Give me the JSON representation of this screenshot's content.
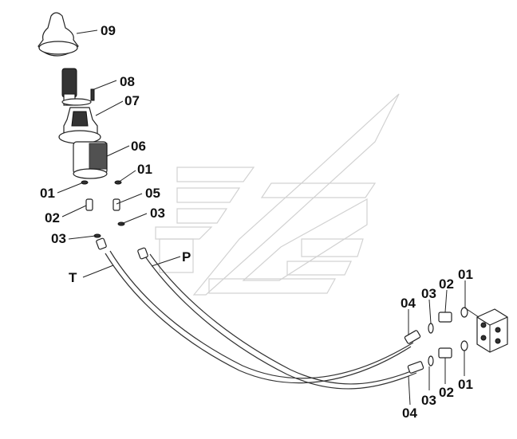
{
  "callouts": {
    "p09": "09",
    "p08": "08",
    "p07": "07",
    "p06": "06",
    "p01_right": "01",
    "p05": "05",
    "p03_right": "03",
    "p01_left": "01",
    "p02_left": "02",
    "p03_left": "03",
    "port_p": "P",
    "port_t": "T",
    "b_04_top": "04",
    "b_03_top": "03",
    "b_02_top": "02",
    "b_01_top": "01",
    "b_04_bot": "04",
    "b_03_bot": "03",
    "b_02_bot": "02",
    "b_01_bot": "01"
  }
}
